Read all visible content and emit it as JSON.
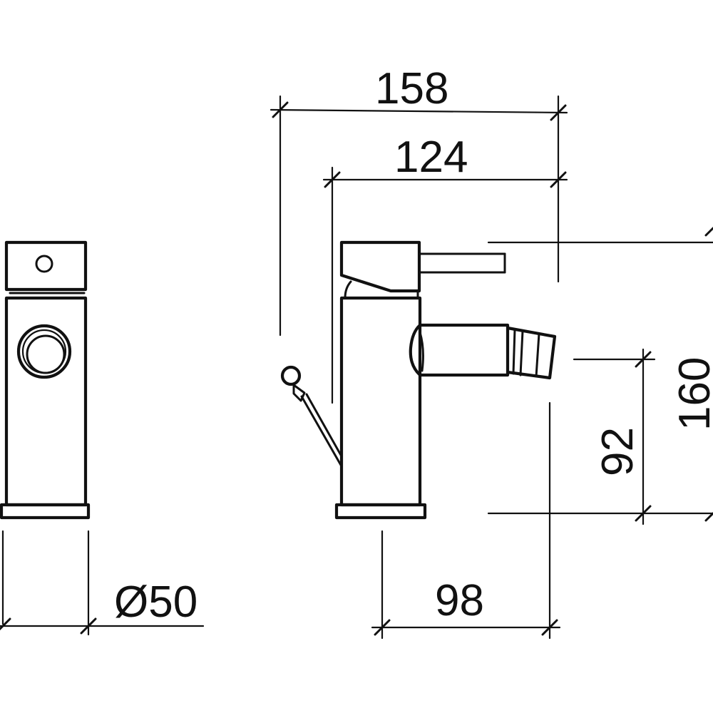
{
  "dimensions": {
    "diameter": "Ø50",
    "overall_depth": "158",
    "spout_reach": "124",
    "overall_height": "160",
    "outlet_height": "92",
    "spout_projection": "98"
  },
  "colors": {
    "line": "#111111",
    "background": "#ffffff"
  }
}
